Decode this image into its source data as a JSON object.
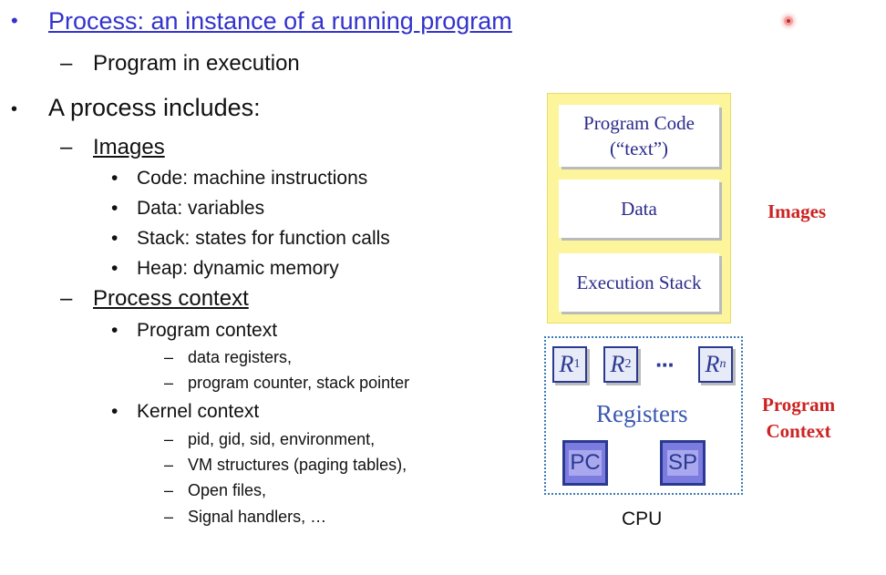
{
  "slide": {
    "title": "Process: an instance of a running program",
    "title_sub": "Program in execution",
    "includes_heading": "A process includes:",
    "images": {
      "heading": "Images",
      "items": [
        "Code: machine instructions",
        "Data: variables",
        "Stack: states for function calls",
        "Heap: dynamic memory"
      ]
    },
    "process_context": {
      "heading": "Process context",
      "program_context": {
        "label": "Program context",
        "items": [
          "data registers,",
          "program counter, stack pointer"
        ]
      },
      "kernel_context": {
        "label": "Kernel context",
        "items": [
          "pid, gid, sid, environment,",
          "VM structures (paging tables),",
          "Open files,",
          "Signal handlers, …"
        ]
      }
    }
  },
  "symbols": {
    "bullet": "•",
    "dash": "–"
  },
  "diagram": {
    "segments": {
      "code_line1": "Program Code",
      "code_line2": "(“text”)",
      "data": "Data",
      "stack": "Execution Stack"
    },
    "registers": {
      "r1_letter": "R",
      "r1_sub": "1",
      "r2_letter": "R",
      "r2_sub": "2",
      "ellipsis": "···",
      "rn_letter": "R",
      "rn_sub": "n",
      "label": "Registers",
      "pc": "PC",
      "sp": "SP"
    },
    "cpu_label": "CPU",
    "images_label": "Images",
    "context_label_line1": "Program",
    "context_label_line2": "Context"
  },
  "colors": {
    "title": "#3333cc",
    "red_label": "#cc2222",
    "navy": "#2a3a90",
    "yellow": "#fdf59c"
  }
}
